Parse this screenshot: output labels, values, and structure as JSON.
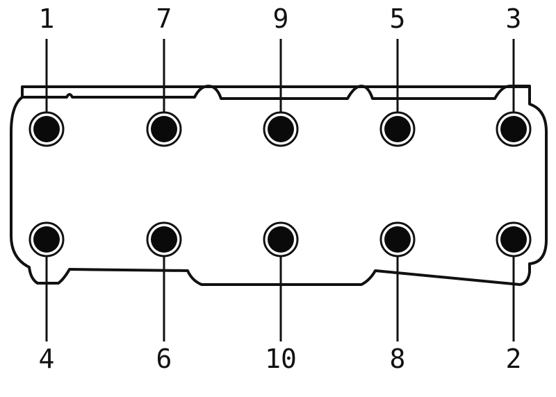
{
  "diagram": {
    "colors": {
      "ink": "#111111",
      "bolt": "#0a0a0a",
      "background": "#ffffff"
    },
    "top_row": [
      {
        "label": "1"
      },
      {
        "label": "7"
      },
      {
        "label": "9"
      },
      {
        "label": "5"
      },
      {
        "label": "3"
      }
    ],
    "bottom_row": [
      {
        "label": "4"
      },
      {
        "label": "6"
      },
      {
        "label": "10"
      },
      {
        "label": "8"
      },
      {
        "label": "2"
      }
    ]
  }
}
